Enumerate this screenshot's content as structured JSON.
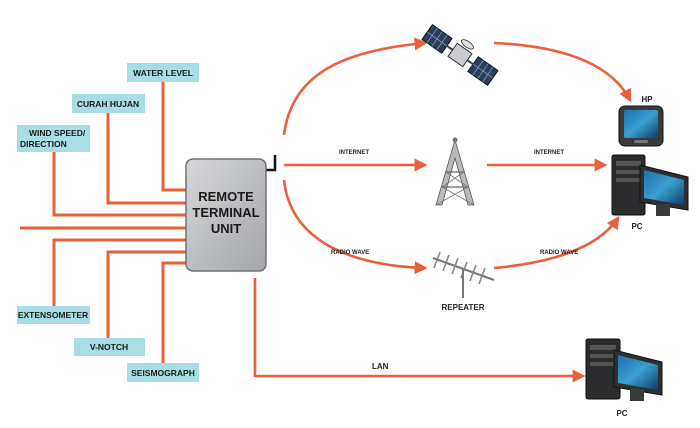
{
  "sensors": {
    "water_level": "WATER LEVEL",
    "curah_hujan": "CURAH HUJAN",
    "wind_line1": "WIND SPEED/",
    "wind_line2": "DIRECTION",
    "extensometer": "EXTENSOMETER",
    "vnotch": "V-NOTCH",
    "seismograph": "SEISMOGRAPH"
  },
  "rtu": {
    "line1": "REMOTE",
    "line2": "TERMINAL",
    "line3": "UNIT"
  },
  "links": {
    "internet_left": "INTERNET",
    "internet_right": "INTERNET",
    "radio_left": "RADIO WAVE",
    "radio_right": "RADIO WAVE",
    "lan": "LAN"
  },
  "devices": {
    "hp": "HP",
    "pc_top": "PC",
    "repeater": "REPEATER",
    "pc_bottom": "PC"
  },
  "icons": [
    "satellite-icon",
    "tower-icon",
    "antenna-icon",
    "phone-icon",
    "pc-icon"
  ],
  "colors": {
    "wire": "#e8603c",
    "sensor_box": "#a8dde3",
    "rtu_box": "#b5b6b8"
  }
}
